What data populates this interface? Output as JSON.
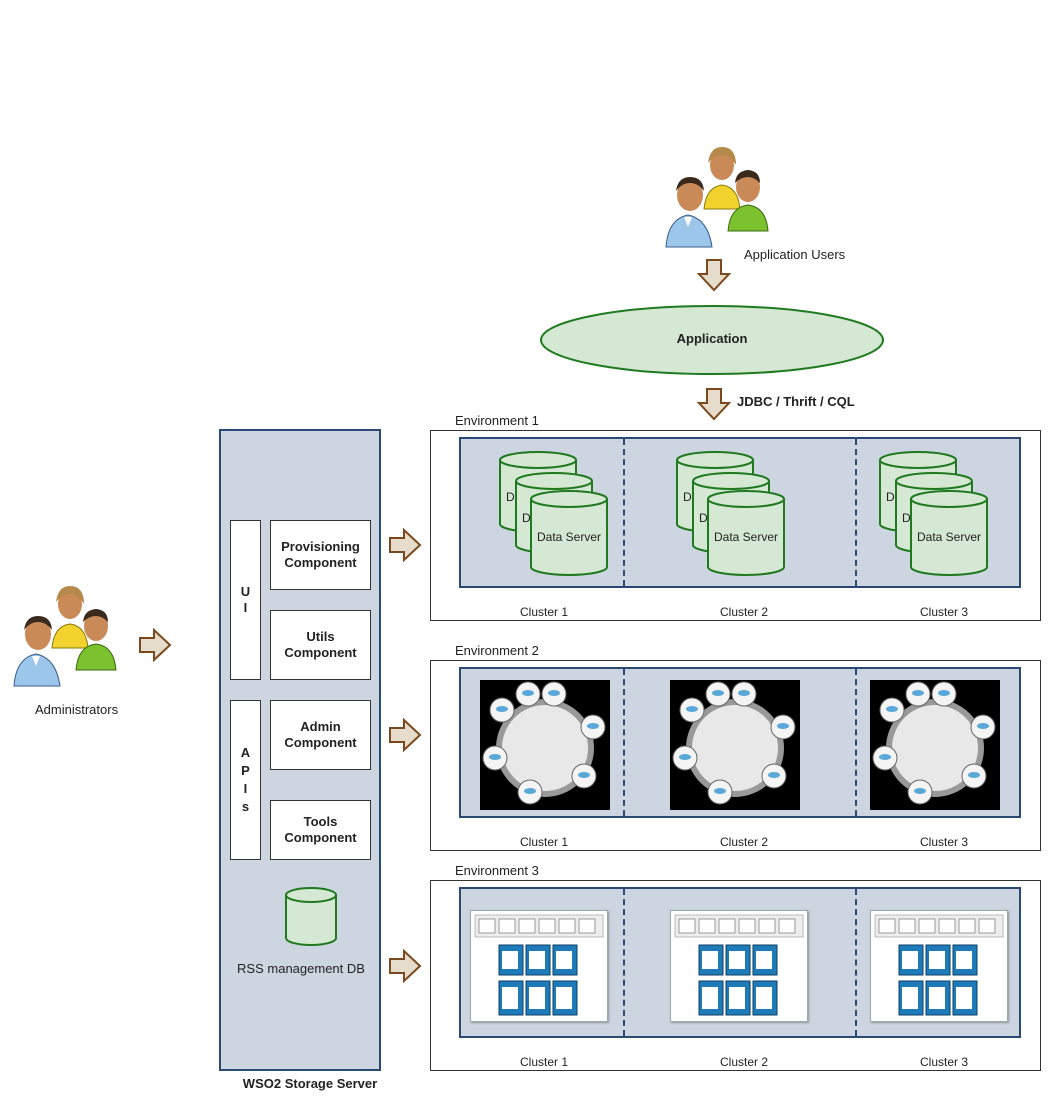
{
  "actors": {
    "application_users": "Application Users",
    "administrators": "Administrators"
  },
  "application": {
    "label": "Application",
    "protocol_label": "JDBC / Thrift / CQL"
  },
  "storage_server": {
    "title": "WSO2 Storage Server",
    "ui_label": "U\nI",
    "apis_label": "A\nP\nI\ns",
    "components": [
      "Provisioning Component",
      "Utils Component",
      "Admin Component",
      "Tools Component"
    ],
    "db_label": "RSS management DB"
  },
  "environments": [
    {
      "title": "Environment 1",
      "clusters": [
        "Cluster 1",
        "Cluster 2",
        "Cluster 3"
      ],
      "server_label": "Data Server",
      "server_label_peek": "D"
    },
    {
      "title": "Environment 2",
      "clusters": [
        "Cluster 1",
        "Cluster 2",
        "Cluster 3"
      ]
    },
    {
      "title": "Environment 3",
      "clusters": [
        "Cluster 1",
        "Cluster 2",
        "Cluster 3"
      ]
    }
  ],
  "colors": {
    "panel_fill": "#cdd5e0",
    "panel_border": "#2b4a73",
    "green_fill": "#d5e8d4",
    "green_border": "#1f7a1f",
    "arrow_fill": "#e6dccb",
    "arrow_stroke": "#7a4a1e"
  }
}
